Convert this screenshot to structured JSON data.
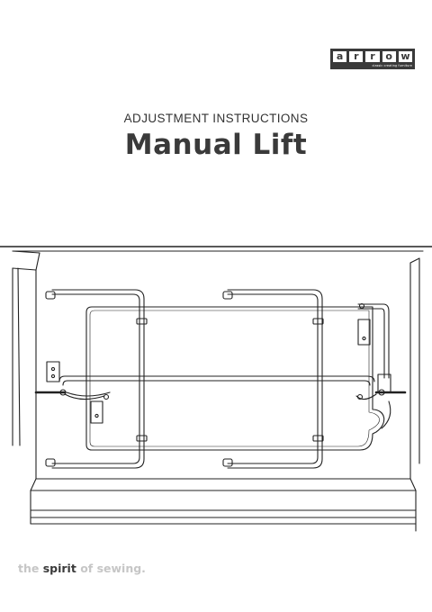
{
  "logo": {
    "letters": [
      "a",
      "r",
      "r",
      "o",
      "w"
    ],
    "tagline": "classic creating furniture"
  },
  "header": {
    "subtitle": "ADJUSTMENT INSTRUCTIONS",
    "title": "Manual Lift"
  },
  "footer": {
    "slogan_part1": "the",
    "slogan_strong": "spirit",
    "slogan_part3": "of sewing."
  }
}
